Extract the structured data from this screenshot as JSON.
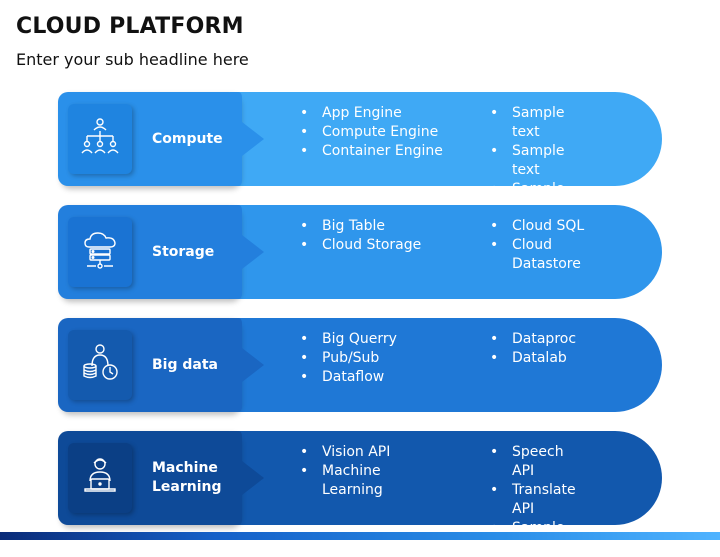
{
  "header": {
    "title": "CLOUD PLATFORM",
    "subtitle": "Enter your sub headline here"
  },
  "rows": [
    {
      "label": "Compute",
      "icon": "hierarchy-icon",
      "colors": {
        "bar": "#3fa9f5",
        "box": "#2a90ea",
        "icon_box": "#1f84e0"
      },
      "col1": [
        "App Engine",
        "Compute Engine",
        "Container Engine"
      ],
      "col2": [
        "Sample text",
        "Sample text",
        "Sample text"
      ]
    },
    {
      "label": "Storage",
      "icon": "cloud-server-icon",
      "colors": {
        "bar": "#2f96ec",
        "box": "#237fdd",
        "icon_box": "#1a73d3"
      },
      "col1": [
        "Big  Table",
        "Cloud Storage"
      ],
      "col2": [
        "Cloud SQL",
        "Cloud Datastore"
      ]
    },
    {
      "label": "Big data",
      "icon": "data-person-icon",
      "colors": {
        "bar": "#1f78d6",
        "box": "#1a66c2",
        "icon_box": "#145aae"
      },
      "col1": [
        "Big Querry",
        "Pub/Sub",
        "Dataflow"
      ],
      "col2": [
        "Dataproc",
        "Datalab"
      ]
    },
    {
      "label": "Machine Learning",
      "icon": "person-laptop-icon",
      "colors": {
        "bar": "#1258ad",
        "box": "#0e4a98",
        "icon_box": "#0b3f85"
      },
      "col1": [
        "Vision API",
        "Machine Learning"
      ],
      "col2": [
        "Speech API",
        "Translate API",
        "Sample text"
      ]
    }
  ]
}
